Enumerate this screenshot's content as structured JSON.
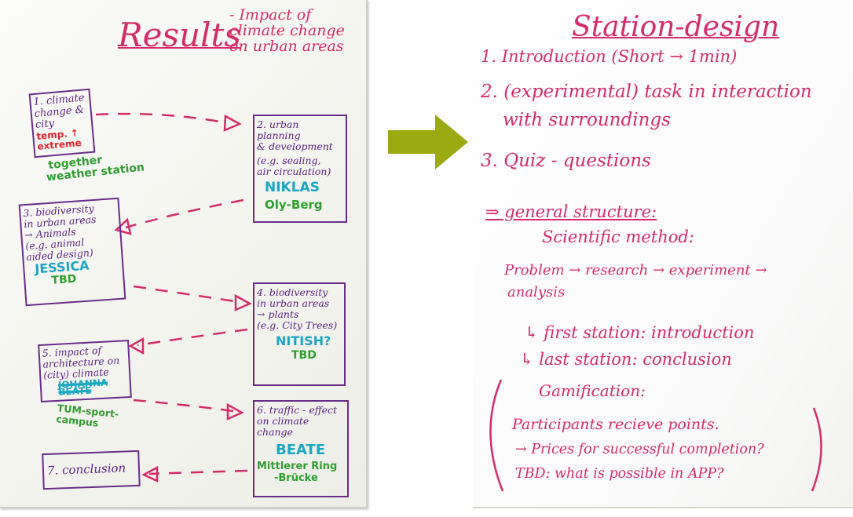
{
  "left_board": {
    "title": "Results",
    "subtitle": [
      "- Impact of",
      "climate change",
      "on urban areas"
    ],
    "stations": [
      {
        "lines": [
          "1. climate",
          "change &",
          "city"
        ],
        "extra": [
          "temp. ↑",
          "extreme"
        ]
      },
      {
        "lines": [
          "2. urban planning",
          "& development",
          "(e.g. sealing,",
          "air circulation)"
        ],
        "name": "NIKLAS",
        "place": "Oly-Berg"
      },
      {
        "lines": [
          "3. biodiversity",
          "in urban areas",
          "→ Animals",
          "(e.g. animal",
          "aided design)"
        ],
        "name": "JESSICA",
        "place": "TBD"
      },
      {
        "lines": [
          "4. biodiversity",
          "in urban areas",
          "→ plants",
          "(e.g. City Trees)"
        ],
        "name": "NITISH?",
        "place": "TBD"
      },
      {
        "lines": [
          "5. impact of",
          "architecture on",
          "(city) climate"
        ],
        "name": "JOHANNA",
        "struck": "BEATE",
        "place": "TUM-sport-campus"
      },
      {
        "lines": [
          "6. traffic - effect",
          "on climate change"
        ],
        "name": "BEATE",
        "place": "Mittlerer Ring",
        "place2": "-Brücke"
      },
      {
        "lines": [
          "7. conclusion"
        ]
      }
    ],
    "together_note": [
      "together",
      "weather station"
    ]
  },
  "right_board": {
    "title": "Station-design",
    "items": [
      "1. Introduction (Short → 1min)",
      "2. (experimental) task in interaction",
      "with surroundings",
      "3. Quiz - questions"
    ],
    "general": "⇒ general structure:",
    "scientific": "Scientific method:",
    "method_line1": "Problem → research → experiment →",
    "method_line2": "analysis",
    "first_station": "↳ first station: introduction",
    "last_station": "↳ last station: conclusion",
    "gamification": "Gamification:",
    "points": "Participants recieve points.",
    "prices": "→ Prices for successful completion?",
    "tbd": "TBD: what is possible in APP?"
  },
  "colors": {
    "pink": "#d42c6a",
    "purple": "#5b2483",
    "blue": "#1aa7c4",
    "green": "#2f9e2f",
    "red": "#e0212e",
    "arrow": "#9aaa10"
  }
}
